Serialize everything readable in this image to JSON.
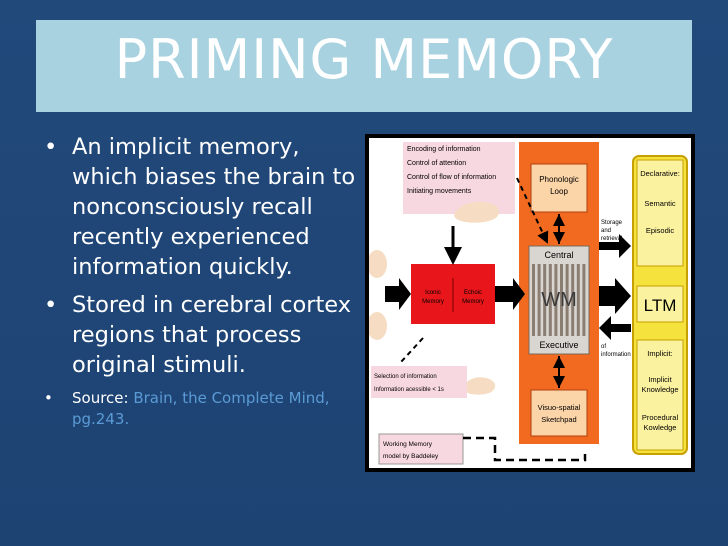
{
  "slide": {
    "title": "PRIMING MEMORY",
    "bullets": [
      "An implicit memory, which biases the brain to nonconsciously recall recently experienced information quickly.",
      "Stored in cerebral cortex regions that process original stimuli."
    ],
    "source": {
      "label": "Source: ",
      "reference": "Brain, the Complete Mind, pg.243."
    }
  },
  "figure": {
    "top_notes": [
      "Encoding of information",
      "Control of attention",
      "Control of flow of information",
      "Initiating movements"
    ],
    "bottom_notes": [
      "Selection of information",
      "Information acessible < 1s"
    ],
    "iconic": [
      "Iconic",
      "Memory"
    ],
    "echoic": [
      "Echoic",
      "Memory"
    ],
    "phonologic": [
      "Phonologic",
      "Loop"
    ],
    "central": "Central",
    "wm": "WM",
    "executive": "Executive",
    "visuo": [
      "Visuo-spatial",
      "Sketchpad"
    ],
    "storage": [
      "Storage",
      "and",
      "retrieval"
    ],
    "of_information": [
      "of",
      "information"
    ],
    "ltm_header": "Declarative:",
    "semantic": "Semantic",
    "episodic": "Episodic",
    "ltm": "LTM",
    "implicit": "Implicit:",
    "implicit_knowledge": [
      "Implicit",
      "Knowledge"
    ],
    "procedural": [
      "Procedural",
      "Kowledge"
    ],
    "caption": [
      "Working Memory",
      "model by Baddeley"
    ]
  },
  "colors": {
    "background": "#1f4a7c",
    "title_box": "#a9d2e0",
    "source_link": "#5b9bd5",
    "wm_orange": "#f26a1f",
    "iconic_red": "#e8161b",
    "ltm_yellow": "#f6e23c"
  }
}
